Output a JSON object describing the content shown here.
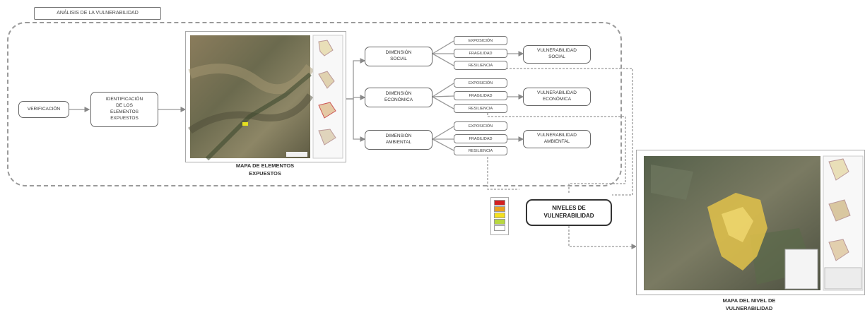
{
  "header": {
    "tab_label": "ANÁLISIS DE LA VULNERABILIDAD"
  },
  "flow": {
    "start": "VERIFICACIÓN",
    "identification": "IDENTIFICACIÓN\nDE LOS\nELEMENTOS\nEXPUESTOS",
    "map_exposed_caption": "MAPA DE ELEMENTOS\nEXPUESTOS",
    "dimensions": [
      {
        "label": "DIMENSIÓN\nSOCIAL",
        "factors": [
          "EXPOSICIÓN",
          "FRAGILIDAD",
          "RESILIENCIA"
        ],
        "result": "VULNERABILIDAD\nSOCIAL"
      },
      {
        "label": "DIMENSIÓN\nECONÓMICA",
        "factors": [
          "EXPOSICIÓN",
          "FRAGILIDAD",
          "RESILIENCIA"
        ],
        "result": "VULNERABILIDAD\nECONÓMICA"
      },
      {
        "label": "DIMENSIÓN\nAMBIENTAL",
        "factors": [
          "EXPOSICIÓN",
          "FRAGILIDAD",
          "RESILIENCIA"
        ],
        "result": "VULNERABILIDAD\nAMBIENTAL"
      }
    ],
    "levels": "NIVELES DE\nVULNERABILIDAD",
    "map_levels_caption": "MAPA DEL NIVEL DE\nVULNERABILIDAD"
  },
  "legend_colors": [
    "#d42020",
    "#e8a020",
    "#f4e020",
    "#b8d840",
    "#ffffff"
  ]
}
